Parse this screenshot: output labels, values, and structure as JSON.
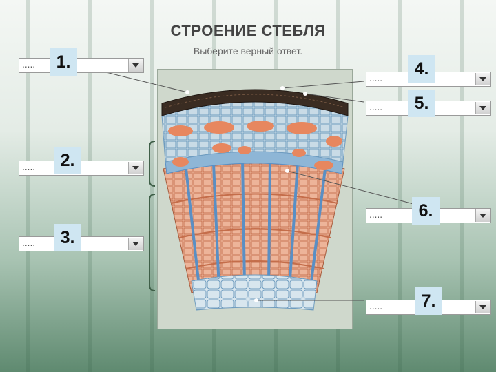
{
  "header": {
    "title": "СТРОЕНИЕ  СТЕБЛЯ",
    "subtitle": "Выберите верный ответ."
  },
  "labels": [
    {
      "number": "1.",
      "selected": "....."
    },
    {
      "number": "2.",
      "selected": "....."
    },
    {
      "number": "3.",
      "selected": "....."
    },
    {
      "number": "4.",
      "selected": "....."
    },
    {
      "number": "5.",
      "selected": "....."
    },
    {
      "number": "6.",
      "selected": "....."
    },
    {
      "number": "7.",
      "selected": "....."
    }
  ],
  "colors": {
    "cork": "#3a2c22",
    "cortex": "#c9dbe6",
    "bast": "#e7875f",
    "wood": "#edb499",
    "vessels": "#5a8fc4",
    "pith": "#d8e6ee",
    "number_bg": "#cfe6f2"
  }
}
